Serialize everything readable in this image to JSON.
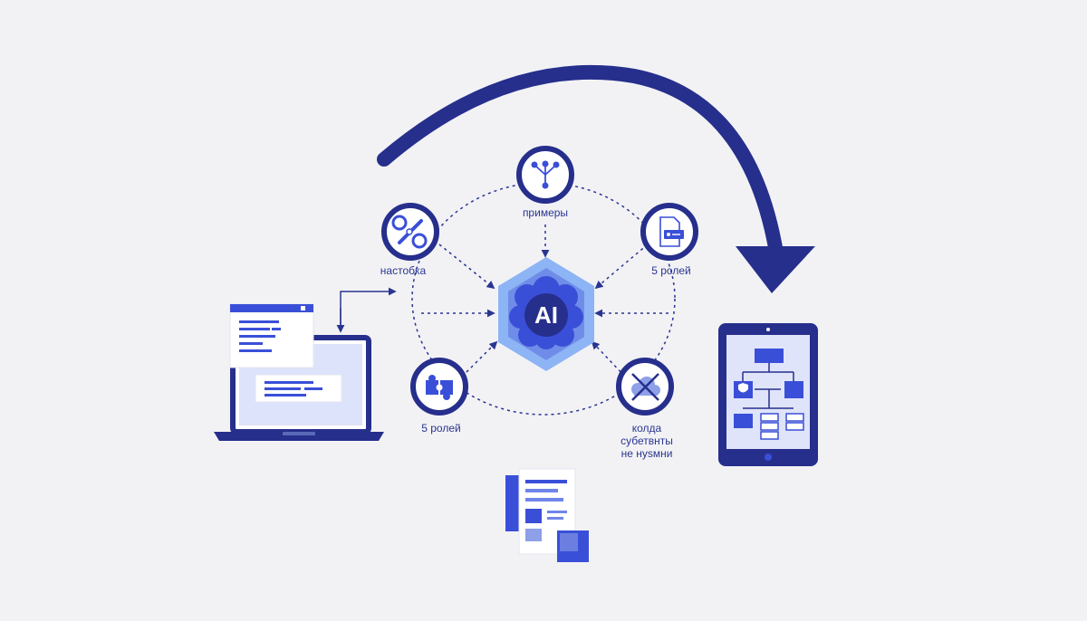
{
  "center": {
    "label": "AI"
  },
  "nodes": {
    "top": {
      "label": "примеры",
      "icon": "tree-network-icon"
    },
    "top_left": {
      "label": "настобка",
      "icon": "wrench-gear-icon"
    },
    "top_right": {
      "label": "5 ролей",
      "icon": "document-card-icon"
    },
    "bottom_left": {
      "label": "5 ролей",
      "icon": "puzzle-icon"
    },
    "bottom_right": {
      "label_line1": "колда",
      "label_line2": "субетвнты",
      "label_line3": "не нуsмни",
      "icon": "crossed-cloud-icon"
    }
  },
  "colors": {
    "primary": "#2a3590",
    "accent": "#3a4fd8",
    "light_accent": "#6f85ea",
    "hex_glow": "#8db4f5",
    "background": "#f2f2f5"
  }
}
